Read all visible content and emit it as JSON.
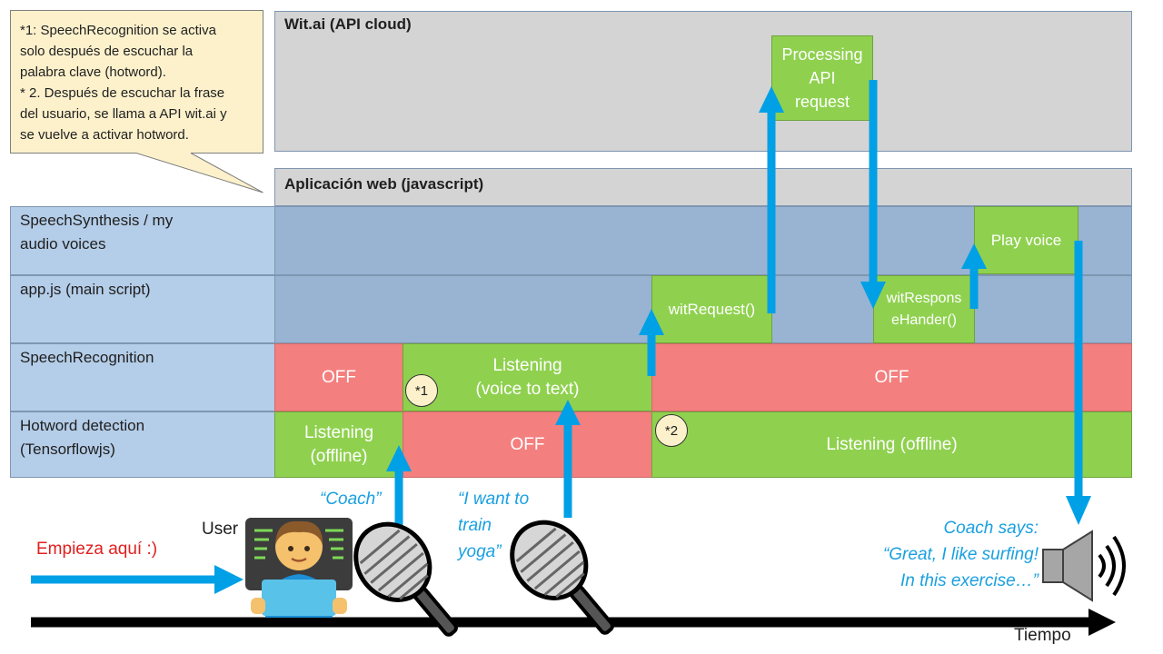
{
  "callout": {
    "text": "*1: SpeechRecognition se activa\nsolo después de escuchar la\npalabra clave (hotword).\n* 2.  Después de escuchar la frase\ndel usuario, se llama a API wit.ai y\nse vuelve a activar hotword."
  },
  "wit": {
    "title": "Wit.ai (API cloud)",
    "processing": "Processing\nAPI\nrequest"
  },
  "webapp": {
    "title": "Aplicación  web (javascript)"
  },
  "lanes": {
    "synth": "SpeechSynthesis / my\naudio voices",
    "app": "app.js (main script)",
    "recog": "SpeechRecognition",
    "hotword": "Hotword detection\n(Tensorflowjs)"
  },
  "blocks": {
    "play_voice": "Play voice",
    "wit_request": "witRequest()",
    "wit_response": "witRespons\neHander()",
    "recog_off_1": "OFF",
    "recog_listening": "Listening\n(voice to text)",
    "recog_off_2": "OFF",
    "hot_listening_1": "Listening\n(offline)",
    "hot_off": "OFF",
    "hot_listening_2": "Listening (offline)"
  },
  "badges": {
    "b1": "*1",
    "b2": "*2"
  },
  "quotes": {
    "coach": "“Coach”",
    "train": "“I want to\ntrain\nyoga”",
    "coach_says": "Coach says:\n“Great, I like surfing!\nIn this exercise…”"
  },
  "user_label": "User",
  "start_label": "Empieza aquí :)",
  "time_label": "Tiempo",
  "colors": {
    "arrow": "#00a0e6",
    "green": "#8fd14f",
    "red": "#f47f7f",
    "lane_label": "#b4cde8",
    "lane_band": "#98b4d2",
    "gray": "#d4d4d4",
    "callout": "#fdf1cc",
    "start_text": "#e02020"
  },
  "icons": [
    "user-technologist-icon",
    "microphone-icon",
    "speaker-icon"
  ]
}
